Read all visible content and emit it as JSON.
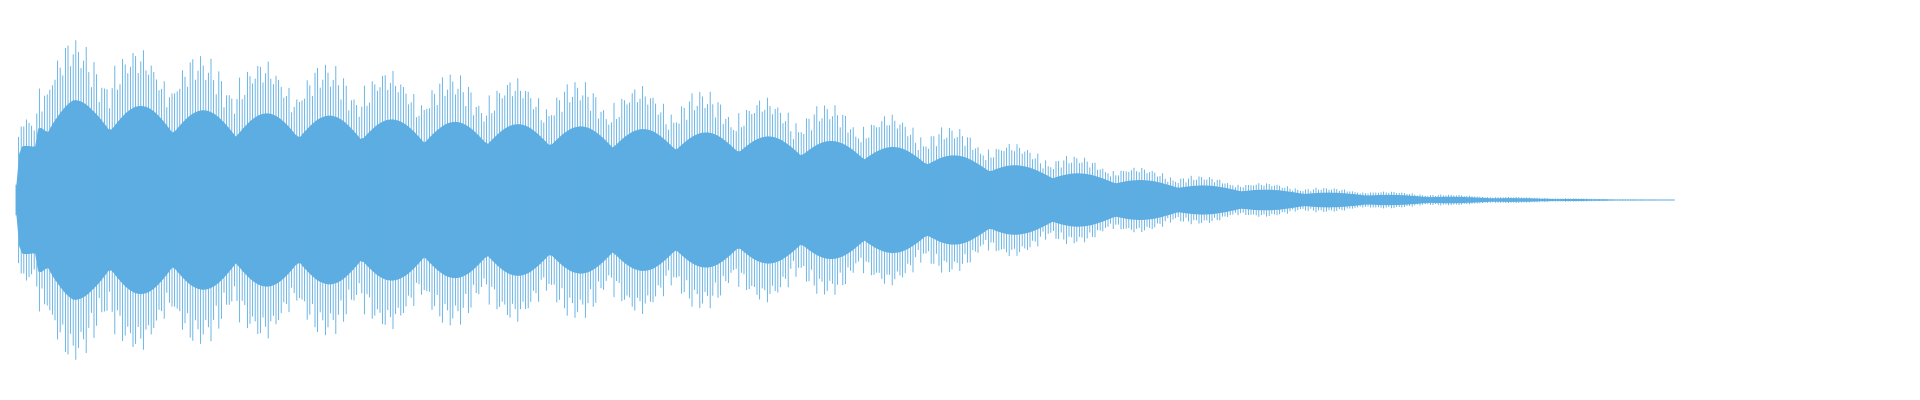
{
  "waveform": {
    "color": "#5dade2",
    "background": "#ffffff",
    "peak_level": 1.0,
    "duration_fraction": 0.873,
    "envelope": [
      [
        0.0,
        0.1
      ],
      [
        0.002,
        0.52
      ],
      [
        0.01,
        0.58
      ],
      [
        0.012,
        0.86
      ],
      [
        0.02,
        0.94
      ],
      [
        0.03,
        0.98
      ],
      [
        0.04,
        0.93
      ],
      [
        0.06,
        0.92
      ],
      [
        0.08,
        0.9
      ],
      [
        0.1,
        0.87
      ],
      [
        0.12,
        0.85
      ],
      [
        0.15,
        0.83
      ],
      [
        0.18,
        0.81
      ],
      [
        0.2,
        0.78
      ],
      [
        0.23,
        0.76
      ],
      [
        0.26,
        0.74
      ],
      [
        0.29,
        0.72
      ],
      [
        0.32,
        0.7
      ],
      [
        0.35,
        0.67
      ],
      [
        0.38,
        0.64
      ],
      [
        0.41,
        0.6
      ],
      [
        0.44,
        0.56
      ],
      [
        0.47,
        0.5
      ],
      [
        0.5,
        0.42
      ],
      [
        0.53,
        0.33
      ],
      [
        0.56,
        0.26
      ],
      [
        0.59,
        0.2
      ],
      [
        0.62,
        0.15
      ],
      [
        0.65,
        0.11
      ],
      [
        0.68,
        0.08
      ],
      [
        0.71,
        0.06
      ],
      [
        0.74,
        0.04
      ],
      [
        0.77,
        0.025
      ],
      [
        0.8,
        0.015
      ],
      [
        0.83,
        0.008
      ],
      [
        0.86,
        0.004
      ],
      [
        0.873,
        0.002
      ]
    ]
  }
}
